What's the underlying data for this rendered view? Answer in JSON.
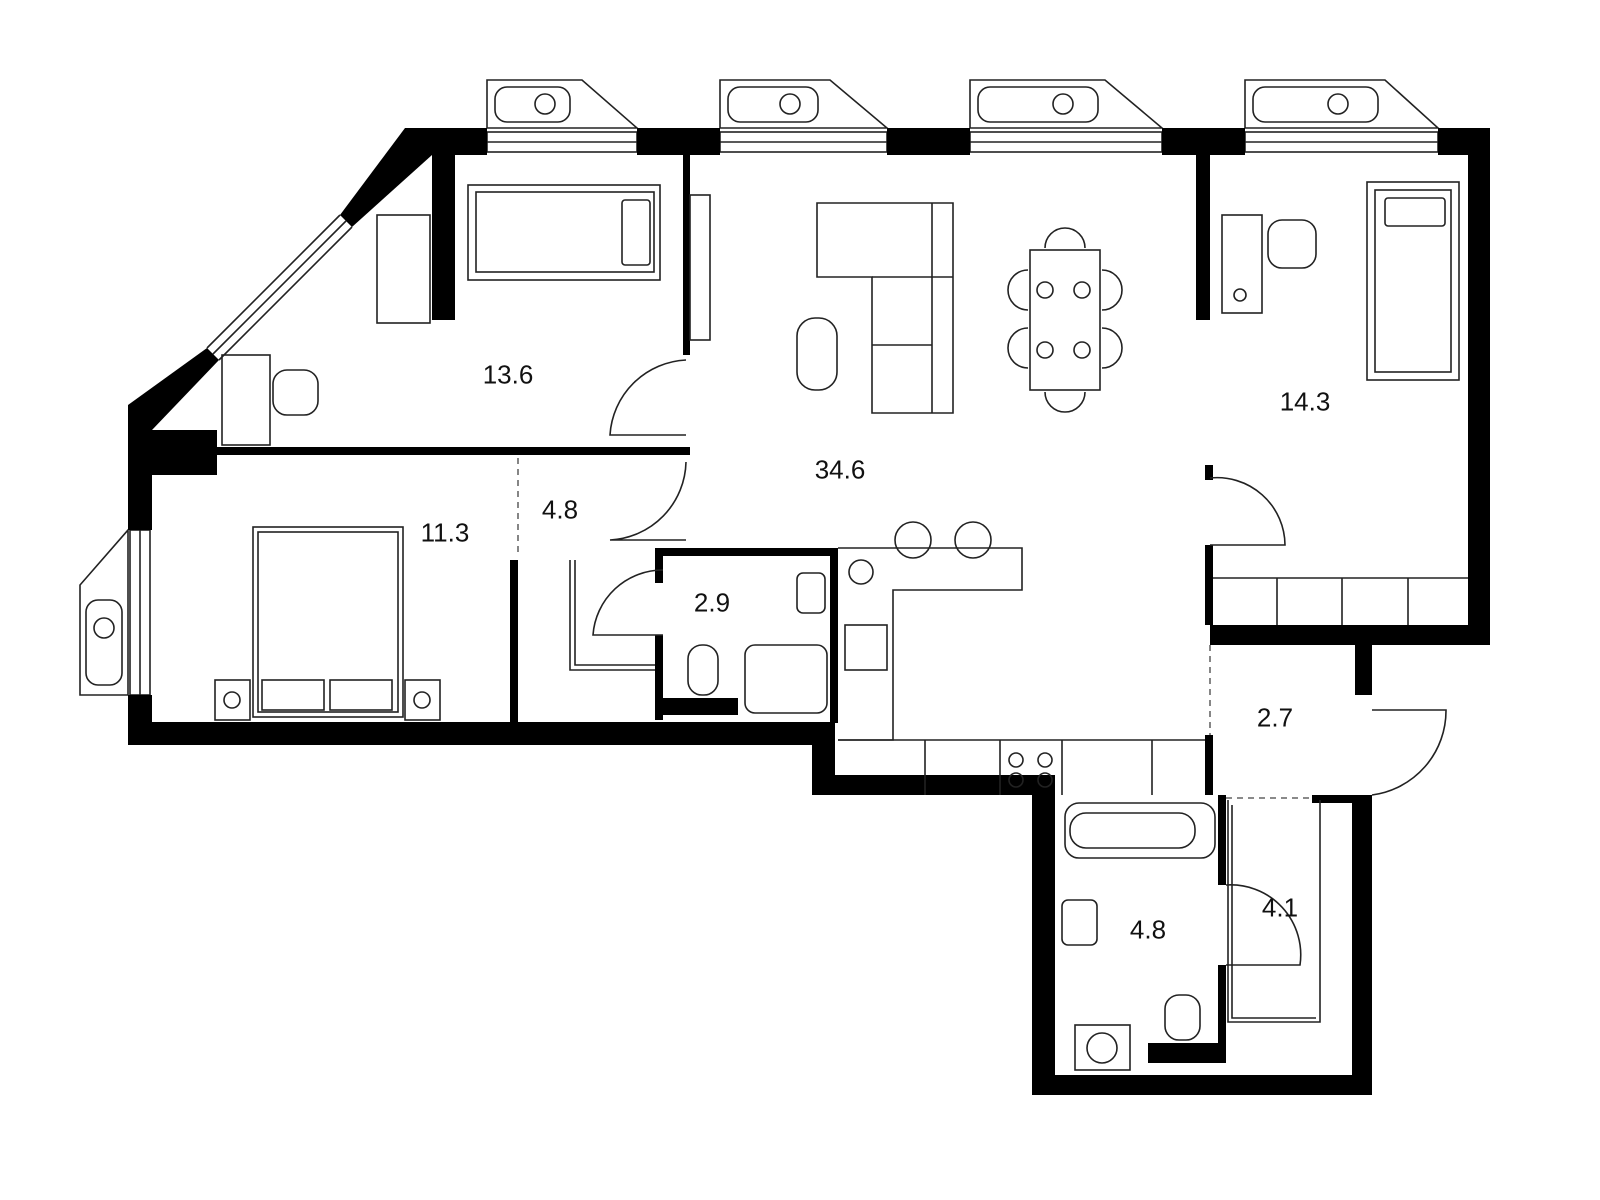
{
  "plan": {
    "rooms": [
      {
        "id": "bedroom-top-left",
        "area": "13.6"
      },
      {
        "id": "living-kitchen",
        "area": "34.6"
      },
      {
        "id": "bedroom-right",
        "area": "14.3"
      },
      {
        "id": "bedroom-left",
        "area": "11.3"
      },
      {
        "id": "hall-left",
        "area": "4.8"
      },
      {
        "id": "wc-small",
        "area": "2.9"
      },
      {
        "id": "entry-hall",
        "area": "2.7"
      },
      {
        "id": "bathroom",
        "area": "4.8"
      },
      {
        "id": "corridor-storage",
        "area": "4.1"
      }
    ],
    "colors": {
      "wall": "#000000",
      "line": "#222222",
      "background": "#ffffff"
    }
  }
}
